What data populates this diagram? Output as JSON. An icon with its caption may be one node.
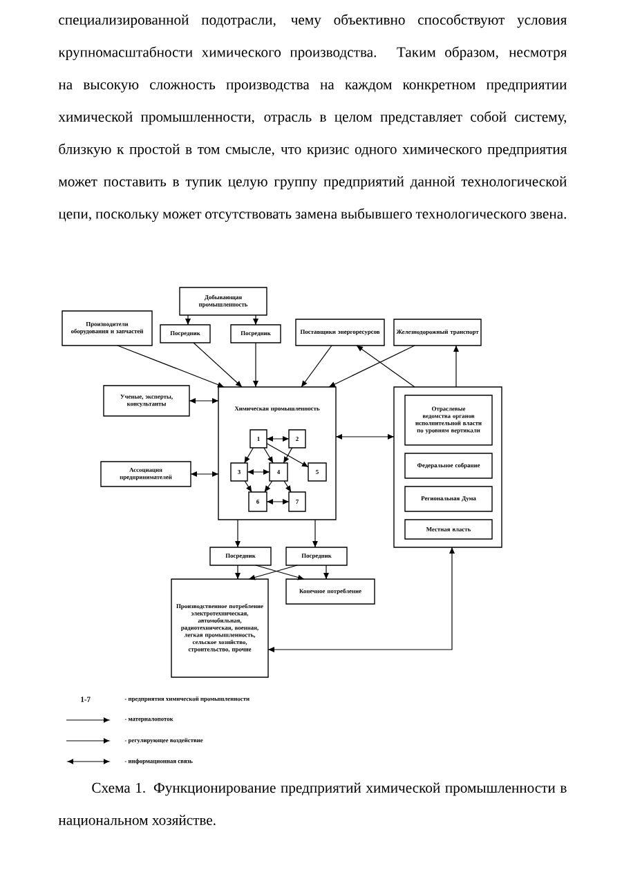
{
  "diagram": {
    "caption": "Схема 1. Функционирование предприятий химической промышленности в национальном хозяйстве.",
    "nodes": [
      {
        "text": [
          "Добывающая промышленность"
        ]
      },
      {
        "text": [
          "Производители оборудования и запчастей"
        ]
      },
      {
        "text": [
          "Посредник"
        ]
      },
      {
        "text": [
          "Посредник"
        ]
      },
      {
        "text": [
          "Поставщики энергоресурсов"
        ]
      },
      {
        "text": [
          "Железнодорожный транспорт"
        ]
      },
      {
        "text": [
          "Ученые, эксперты, консультанты"
        ]
      },
      {
        "text": [
          "Химическая промышленность"
        ]
      },
      {
        "text": [
          "1"
        ],
        "in": 7
      },
      {
        "text": [
          "2"
        ],
        "in": 7
      },
      {
        "text": [
          "3"
        ],
        "in": 7
      },
      {
        "text": [
          "4"
        ],
        "in": 7
      },
      {
        "text": [
          "5"
        ],
        "in": 7
      },
      {
        "text": [
          "6"
        ],
        "in": 7
      },
      {
        "text": [
          "7"
        ],
        "in": 7
      },
      {
        "text": [
          "Ассоциация предпринимателей"
        ]
      },
      {
        "text": [],
        "shape": "box"
      },
      {
        "text": [
          "Отраслевые ведомства органов исполнительной власти по уровням вертикали"
        ],
        "in": 16
      },
      {
        "text": [
          "Федеральное собрание"
        ],
        "in": 16
      },
      {
        "text": [
          "Региональная Дума"
        ],
        "in": 16
      },
      {
        "text": [
          "Местная власть"
        ],
        "in": 16
      },
      {
        "text": [
          "Посредник"
        ]
      },
      {
        "text": [
          "Посредник"
        ]
      },
      {
        "text": [
          "Производственное потребление электротехническая, автомобильная, радиотехническая, военная, легкая промышленность, сельское хозяйство, строительство, прочие"
        ]
      },
      {
        "text": [
          "Конечное потребление"
        ]
      }
    ],
    "edges": [
      {
        "from": 0,
        "to": 2,
        "arrow": "to"
      },
      {
        "from": 0,
        "to": 3,
        "arrow": "to"
      },
      {
        "from": 1,
        "to": 7,
        "arrow": "to"
      },
      {
        "from": 2,
        "to": 7,
        "arrow": "to"
      },
      {
        "from": 3,
        "to": 7,
        "arrow": "to"
      },
      {
        "from": 4,
        "to": 7,
        "arrow": "to"
      },
      {
        "from": 5,
        "to": 7,
        "arrow": "to"
      },
      {
        "from": 16,
        "to": 4,
        "arrow": "to"
      },
      {
        "from": 16,
        "to": 5,
        "arrow": "to"
      },
      {
        "from": 6,
        "to": 7,
        "arrow": "both"
      },
      {
        "from": 15,
        "to": 7,
        "arrow": "both"
      },
      {
        "from": 7,
        "to": 16,
        "arrow": "both"
      },
      {
        "from": 8,
        "to": 9,
        "arrow": "both"
      },
      {
        "from": 8,
        "to": 10,
        "arrow": "to"
      },
      {
        "from": 8,
        "to": 11,
        "arrow": "to"
      },
      {
        "from": 8,
        "to": 12,
        "arrow": "to"
      },
      {
        "from": 9,
        "to": 11,
        "arrow": "to"
      },
      {
        "from": 10,
        "to": 11,
        "arrow": "both"
      },
      {
        "from": 10,
        "to": 13,
        "arrow": "to"
      },
      {
        "from": 11,
        "to": 13,
        "arrow": "to"
      },
      {
        "from": 11,
        "to": 14,
        "arrow": "to"
      },
      {
        "from": 13,
        "to": 14,
        "arrow": "both"
      },
      {
        "from": 7,
        "to": 21,
        "arrow": "to"
      },
      {
        "from": 7,
        "to": 22,
        "arrow": "to"
      },
      {
        "from": 21,
        "to": 23,
        "arrow": "to"
      },
      {
        "from": 21,
        "to": 24,
        "arrow": "to"
      },
      {
        "from": 22,
        "to": 23,
        "arrow": "to"
      },
      {
        "from": 22,
        "to": 24,
        "arrow": "to"
      },
      {
        "from": 16,
        "to": 23,
        "arrow": "both"
      }
    ],
    "labels": [
      "специализированной подотрасли, чему объективно способствуют условия крупномасштабности химического производства. Таким образом, несмотря на высокую сложность производства на каждом конкретном предприятии химической промышленности, отрасль в целом представляет собой систему, близкую к простой в том смысле, что кризис одного химического предприятия может поставить в тупик целую группу предприятий данной технологической цепи, поскольку может отсутствовать замена выбывшего технологического звена.",
      "1-7"
    ],
    "legend": [
      {
        "text": "- предприятия химической промышленности"
      },
      {
        "text": "- материалопоток"
      },
      {
        "text": "- регулирующее воздействие"
      },
      {
        "text": "- информационная связь"
      }
    ]
  }
}
